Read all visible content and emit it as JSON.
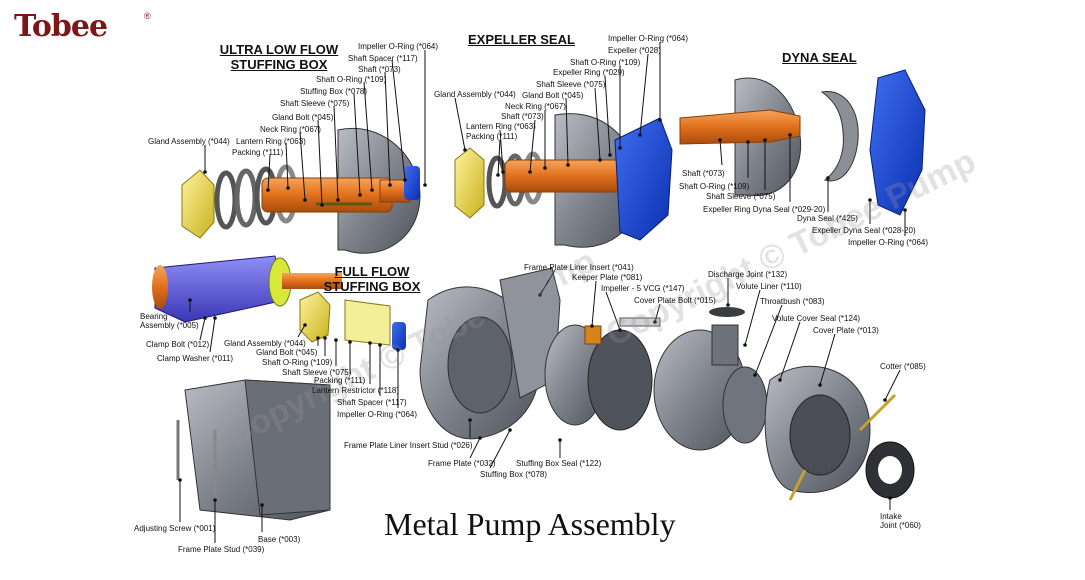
{
  "brand": {
    "logo_text": "Tobee",
    "registered_mark": "®"
  },
  "title": "Metal Pump Assembly",
  "watermark": "Copyright © Tobee Pump",
  "sections": {
    "ultra_low_flow": [
      "ULTRA LOW FLOW",
      "STUFFING BOX"
    ],
    "expeller_seal": [
      "EXPELLER SEAL"
    ],
    "dyna_seal": [
      "DYNA SEAL"
    ],
    "full_flow": [
      "FULL FLOW",
      "STUFFING BOX"
    ]
  },
  "labels": {
    "ulf": [
      "Impeller O-Ring (*064)",
      "Shaft Spacer (*117)",
      "Shaft (*073)",
      "Shaft O-Ring (*109)",
      "Stuffing Box (*078)",
      "Shaft Sleeve (*075)",
      "Gland Bolt (*045)",
      "Neck Ring (*067)",
      "Lantern Ring (*063)",
      "Packing (*111)",
      "Gland Assembly (*044)"
    ],
    "exp": [
      "Impeller O-Ring (*064)",
      "Expeller (*028)",
      "Shaft O-Ring (*109)",
      "Expeller Ring (*029)",
      "Shaft Sleeve (*075)",
      "Gland Bolt (*045)",
      "Neck Ring (*067)",
      "Shaft (*073)",
      "Lantern Ring (*063)",
      "Packing (*111)",
      "Gland Assembly (*044)"
    ],
    "dyna": [
      "Shaft (*073)",
      "Shaft O-Ring (*109)",
      "Shaft Sleeve (*075)",
      "Expeller Ring Dyna Seal (*029-20)",
      "Dyna Seal (*425)",
      "Expeller Dyna Seal (*028-20)",
      "Impeller O-Ring (*064)"
    ],
    "ff": [
      "Bearing",
      "Assembly (*005)",
      "Clamp Bolt (*012)",
      "Clamp Washer (*011)",
      "Gland Assembly (*044)",
      "Gland Bolt (*045)",
      "Shaft O-Ring (*109)",
      "Shaft Sleeve (*075)",
      "Packing (*111)",
      "Lantern Restrictor (*118)",
      "Shaft Spacer (*117)",
      "Impeller O-Ring (*064)"
    ],
    "main": [
      "Frame Plate Liner Insert (*041)",
      "Keeper Plate (*081)",
      "Impeller - 5 VCG (*147)",
      "Cover Plate Bolt (*015)",
      "Discharge Joint (*132)",
      "Volute Liner (*110)",
      "Throatbush (*083)",
      "Volute Cover Seal (*124)",
      "Cover Plate (*013)",
      "Cotter (*085)",
      "Frame Plate Liner Insert Stud (*026)",
      "Frame Plate (*032)",
      "Stuffing Box (*078)",
      "Stuffing Box Seal (*122)",
      "Intake",
      "Joint (*060)",
      "Adjusting Screw (*001)",
      "Frame Plate Stud (*039)",
      "Base (*003)"
    ]
  }
}
